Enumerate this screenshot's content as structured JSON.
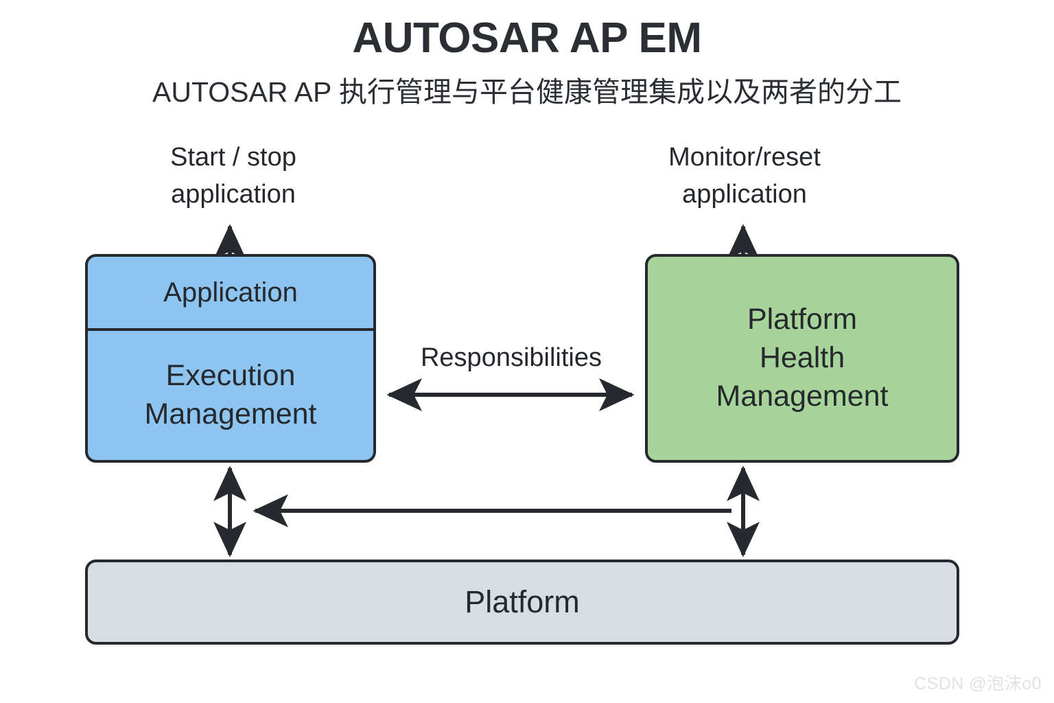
{
  "header": {
    "title": "AUTOSAR AP EM",
    "subtitle": "AUTOSAR AP 执行管理与平台健康管理集成以及两者的分工"
  },
  "annotations": {
    "left_caption": "Start / stop\napplication",
    "right_caption": "Monitor/reset\napplication",
    "link_label": "Responsibilities"
  },
  "nodes": {
    "application": {
      "label": "Application",
      "fill": "#8ec5f0"
    },
    "execution_management": {
      "label": "Execution\nManagement",
      "fill": "#8ec5f0"
    },
    "platform_health_management": {
      "label": "Platform\nHealth\nManagement",
      "fill": "#a7d49b"
    },
    "platform": {
      "label": "Platform",
      "fill": "#d7dee1"
    }
  },
  "connections": [
    {
      "name": "em-to-start-stop",
      "from": "execution-management-box",
      "to": "start-stop-application-caption",
      "direction": "up",
      "arrowheads": "single"
    },
    {
      "name": "phm-to-monitor-reset",
      "from": "platform-health-management-box",
      "to": "monitor-reset-application-caption",
      "direction": "up",
      "arrowheads": "single"
    },
    {
      "name": "em-phm-responsibilities",
      "from": "execution-management-box",
      "to": "platform-health-management-box",
      "direction": "horizontal",
      "arrowheads": "double"
    },
    {
      "name": "em-platform",
      "from": "execution-management-box",
      "to": "platform-box",
      "direction": "vertical",
      "arrowheads": "double"
    },
    {
      "name": "phm-platform",
      "from": "platform-health-management-box",
      "to": "platform-box",
      "direction": "vertical",
      "arrowheads": "double"
    },
    {
      "name": "phm-feedback-to-em",
      "from": "phm-platform-link",
      "to": "em-platform-link",
      "direction": "left",
      "arrowheads": "single"
    }
  ],
  "colors": {
    "stroke": "#262a2e",
    "text": "#25282c",
    "background": "#ffffff",
    "application_blue": "#8ec5f0",
    "health_green": "#a7d49b",
    "platform_gray": "#d7dee1"
  },
  "watermark": {
    "text": "CSDN @泡沫o0"
  }
}
